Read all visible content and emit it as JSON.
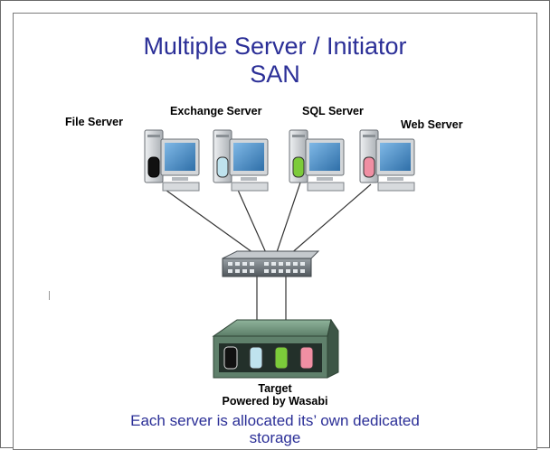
{
  "title_line1": "Multiple Server / Initiator",
  "title_line2": "SAN",
  "servers": [
    {
      "label": "File Server",
      "disk_color": "#111111"
    },
    {
      "label": "Exchange Server",
      "disk_color": "#bfe3ee"
    },
    {
      "label": "SQL Server",
      "disk_color": "#7ccb3a"
    },
    {
      "label": "Web Server",
      "disk_color": "#f08fa3"
    }
  ],
  "target_label": "Target",
  "target_sublabel": "Powered by Wasabi",
  "caption_line1": "Each server is allocated its’ own dedicated",
  "caption_line2": "storage",
  "colors": {
    "title": "#2b2f97",
    "screen": "#4d8fc8",
    "tower": "#c8ccd0",
    "switch": "#6d7478",
    "storage_box": "#6f8f7a"
  }
}
